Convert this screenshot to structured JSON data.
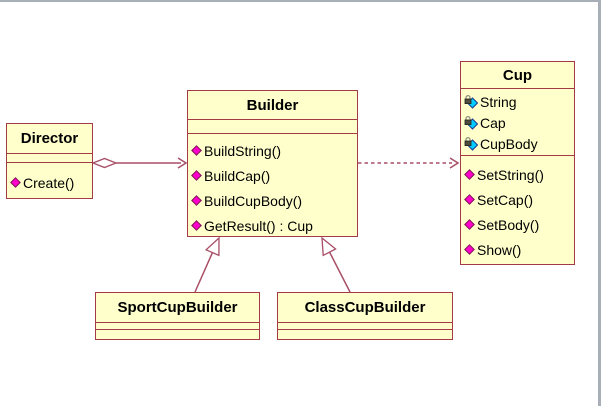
{
  "window": {
    "edge_color": "#A9AFB6"
  },
  "diagram": {
    "colors": {
      "box_fill": "#FFFFCC",
      "box_border": "#A33B47",
      "connector": "#A84E66",
      "method_icon": "#FF00CC",
      "attribute_icon": "#00CCFF",
      "text": "#000000"
    },
    "classes": [
      {
        "name": "Director",
        "attributes": [],
        "methods": [
          "Create()"
        ]
      },
      {
        "name": "Builder",
        "attributes": [],
        "methods": [
          "BuildString()",
          "BuildCap()",
          "BuildCupBody()",
          "GetResult() : Cup"
        ]
      },
      {
        "name": "Cup",
        "attributes": [
          "String",
          "Cap",
          "CupBody"
        ],
        "methods": [
          "SetString()",
          "SetCap()",
          "SetBody()",
          "Show()"
        ]
      },
      {
        "name": "SportCupBuilder",
        "attributes": [],
        "methods": []
      },
      {
        "name": "ClassCupBuilder",
        "attributes": [],
        "methods": []
      }
    ],
    "relations": [
      {
        "type": "aggregation",
        "from": "Director",
        "to": "Builder"
      },
      {
        "type": "dependency",
        "from": "Builder",
        "to": "Cup"
      },
      {
        "type": "generalization",
        "from": "SportCupBuilder",
        "to": "Builder"
      },
      {
        "type": "generalization",
        "from": "ClassCupBuilder",
        "to": "Builder"
      }
    ]
  }
}
